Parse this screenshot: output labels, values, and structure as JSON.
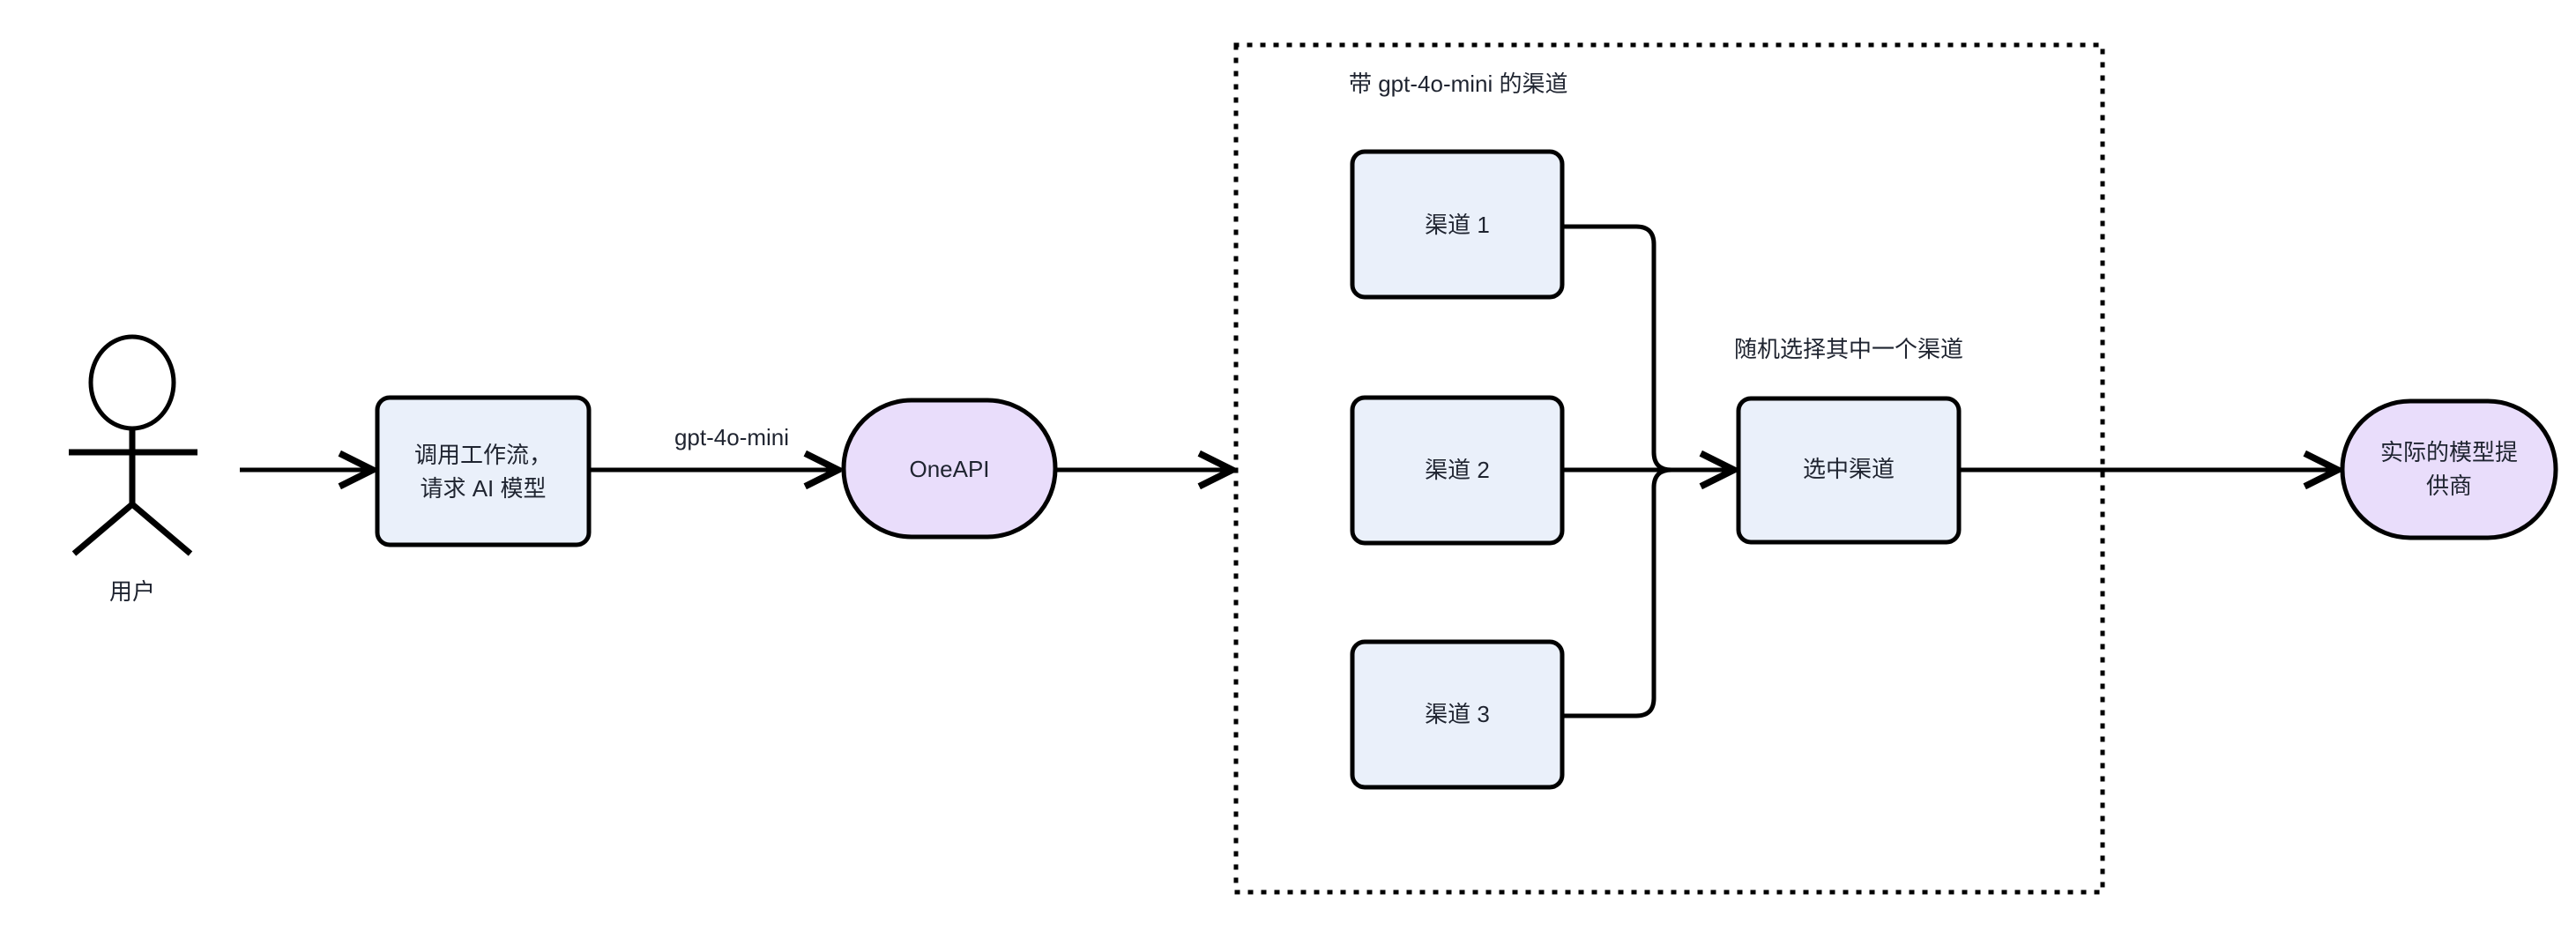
{
  "diagram": {
    "title_hidden": "",
    "colors": {
      "process_fill": "#eaf0fa",
      "terminator_fill": "#e9ddfb",
      "stroke": "#000000",
      "text": "#1f2430",
      "background": "#ffffff"
    },
    "actor": {
      "label": "用户",
      "icon": "stick-figure-actor-icon"
    },
    "nodes": {
      "workflow_call": "调用工作流，请求 AI 模型",
      "oneapi": "OneAPI",
      "channel_1": "渠道 1",
      "channel_2": "渠道 2",
      "channel_3": "渠道 3",
      "selected_channel": "选中渠道",
      "provider": "实际的模型提供商"
    },
    "group": {
      "label": "带 gpt-4o-mini 的渠道",
      "border_style": "dotted"
    },
    "edge_labels": {
      "model_name": "gpt-4o-mini",
      "random_pick": "随机选择其中一个渠道"
    }
  }
}
